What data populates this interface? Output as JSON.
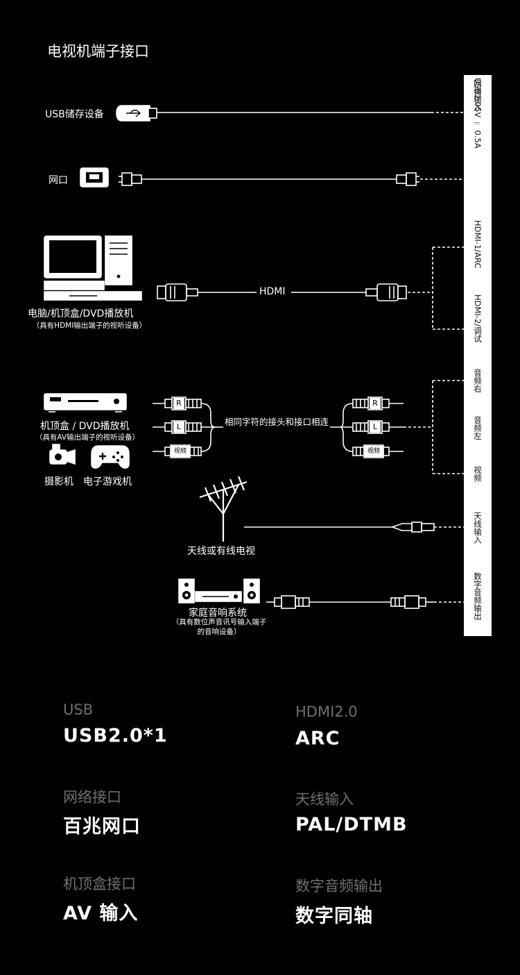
{
  "title": "电视机端子接口",
  "panel_ports": [
    {
      "line1": "USB2.0",
      "line2": "5V ⎓ 0.5A"
    },
    {
      "line1": "网络输入"
    },
    {
      "line1": "HDMI-1/ARC"
    },
    {
      "line1": "HDMI-2/调试"
    },
    {
      "line1": "音频右"
    },
    {
      "line1": "音频左"
    },
    {
      "line1": "视频"
    },
    {
      "line1": "天线输入"
    },
    {
      "line1": "数字音频输出"
    }
  ],
  "devices": {
    "usb": "USB储存设备",
    "lan": "网口",
    "pc": "电脑/机顶盒/DVD播放机",
    "pc_note": "（具有HDMI输出端子的视听设备）",
    "hdmi_cable": "HDMI",
    "stb": "机顶盒 / DVD播放机",
    "stb_note": "（具有AV输出端子的视听设备）",
    "camera": "摄影机",
    "gamepad": "电子游戏机",
    "av_note": "相同字符的接头和接口相连",
    "plug_r": "R",
    "plug_l": "L",
    "plug_video": "视频",
    "antenna": "天线或有线电视",
    "audio": "家庭音响系统",
    "audio_note": "（具有数位声音讯号输入端子的音响设备）"
  },
  "specs": [
    {
      "label": "USB",
      "value": "USB2.0*1"
    },
    {
      "label": "HDMI2.0",
      "value": "ARC"
    },
    {
      "label": "网络接口",
      "value": "百兆网口"
    },
    {
      "label": "天线输入",
      "value": "PAL/DTMB"
    },
    {
      "label": "机顶盒接口",
      "value": "AV 输入"
    },
    {
      "label": "数字音频输出",
      "value": "数字同轴"
    }
  ]
}
